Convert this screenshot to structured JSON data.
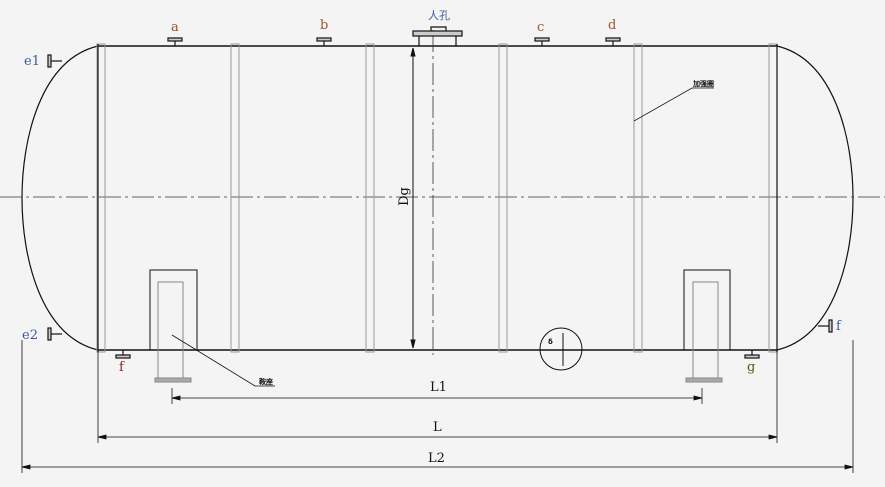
{
  "nozzles": {
    "a": "a",
    "b": "b",
    "c": "c",
    "d": "d",
    "e1": "e1",
    "e2": "e2",
    "f_left": "f",
    "f_right": "f",
    "g": "g",
    "manhole": "人孔"
  },
  "annotations": {
    "stiffener": "加强圈",
    "saddle": "鞍座",
    "diameter": "Dg",
    "thickness": "δ"
  },
  "dimensions": {
    "L1": "L1",
    "L": "L",
    "L2": "L2"
  },
  "colors": {
    "nozzle_label": "#a0522d",
    "side_label": "#3a5a9a",
    "f_label": "#8b1a1a",
    "line": "#111111",
    "ring": "#999999"
  }
}
